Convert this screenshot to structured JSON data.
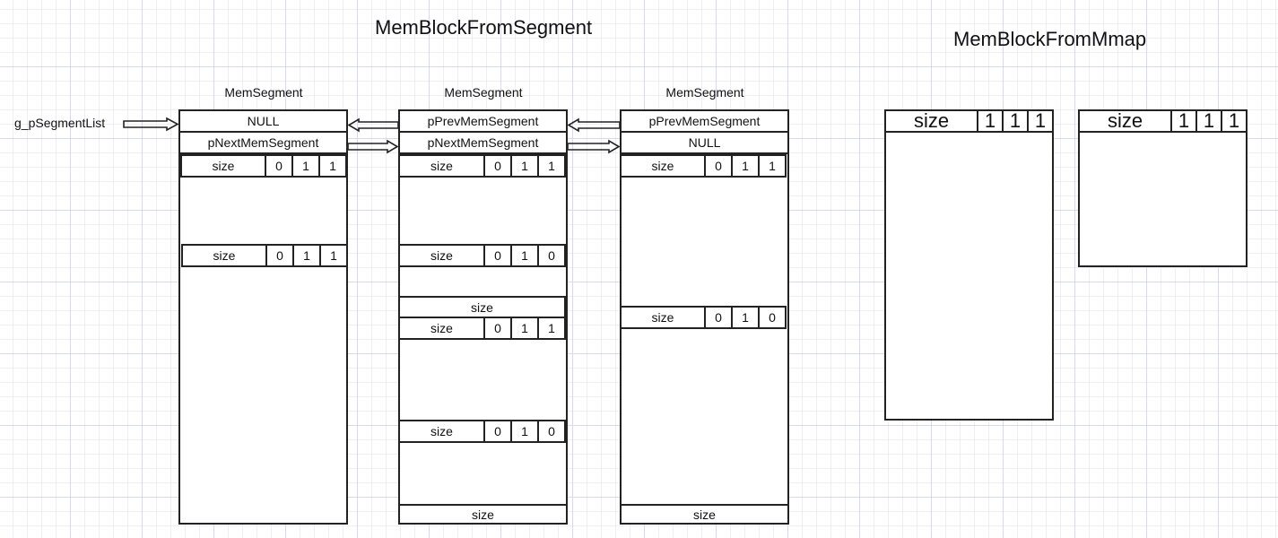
{
  "titles": {
    "segment": "MemBlockFromSegment",
    "mmap": "MemBlockFromMmap"
  },
  "list_head_label": "g_pSegmentList",
  "segments": [
    {
      "caption": "MemSegment",
      "prev": "NULL",
      "next": "pNextMemSegment",
      "headers": [
        {
          "size": "size",
          "bits": [
            "0",
            "1",
            "1"
          ]
        },
        {
          "size": "size",
          "bits": [
            "0",
            "1",
            "1"
          ]
        }
      ]
    },
    {
      "caption": "MemSegment",
      "prev": "pPrevMemSegment",
      "next": "pNextMemSegment",
      "headers": [
        {
          "size": "size",
          "bits": [
            "0",
            "1",
            "1"
          ]
        },
        {
          "size": "size",
          "bits": [
            "0",
            "1",
            "0"
          ]
        },
        {
          "size": "size",
          "bits": [
            "0",
            "1",
            "1"
          ]
        },
        {
          "size": "size",
          "bits": [
            "0",
            "1",
            "0"
          ]
        }
      ],
      "footer_mid": "size",
      "footer_end": "size"
    },
    {
      "caption": "MemSegment",
      "prev": "pPrevMemSegment",
      "next": "NULL",
      "headers": [
        {
          "size": "size",
          "bits": [
            "0",
            "1",
            "1"
          ]
        },
        {
          "size": "size",
          "bits": [
            "0",
            "1",
            "0"
          ]
        }
      ],
      "footer_end": "size"
    }
  ],
  "mmap_blocks": [
    {
      "size": "size",
      "bits": [
        "1",
        "1",
        "1"
      ]
    },
    {
      "size": "size",
      "bits": [
        "1",
        "1",
        "1"
      ]
    }
  ]
}
